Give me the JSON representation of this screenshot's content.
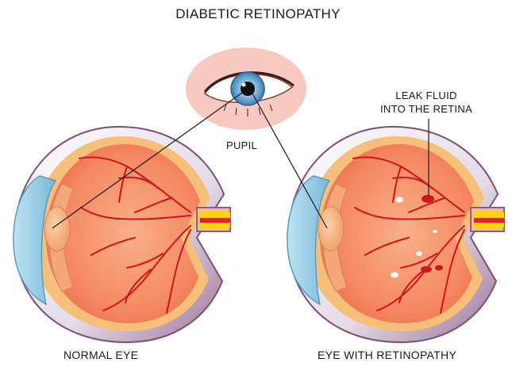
{
  "title": "DIABETIC RETINOPATHY",
  "labels": {
    "pupil": "PUPIL",
    "leak_line1": "LEAK FLUID",
    "leak_line2": "INTO THE RETINA",
    "normal_eye": "NORMAL EYE",
    "eye_with_retinopathy": "EYE WITH RETINOPATHY"
  },
  "colors": {
    "sclera_outer": "#8c5e86",
    "sclera_light": "#e9e1ea",
    "choroid": "#f6c07a",
    "retina": "#f58a63",
    "cornea": "#9fd1e8",
    "vessel": "#d0141c",
    "nerve_yellow": "#ffd400",
    "skin": "#f7c9c0",
    "iris": "#6fa9d0"
  }
}
